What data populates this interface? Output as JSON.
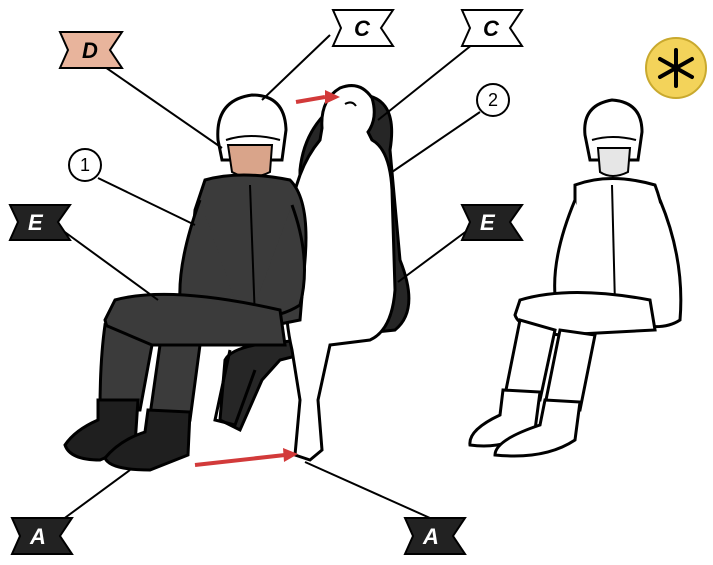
{
  "flags": {
    "d_top": "D",
    "c_left": "C",
    "c_right": "C",
    "e_left": "E",
    "e_right": "E",
    "a_left": "A",
    "a_right": "A"
  },
  "callouts": {
    "one": "1",
    "two": "2"
  },
  "badge": {
    "icon": "asterisk-icon",
    "color": "#f3d35a",
    "glyph": "✱"
  },
  "colors": {
    "suit": "#3b3b3b",
    "line": "#000000",
    "arrow": "#d23a3a",
    "flag_dark": "#222222",
    "flag_light": "#ffffff",
    "flag_d": "#e8b49c",
    "face": "#d9a48a"
  }
}
